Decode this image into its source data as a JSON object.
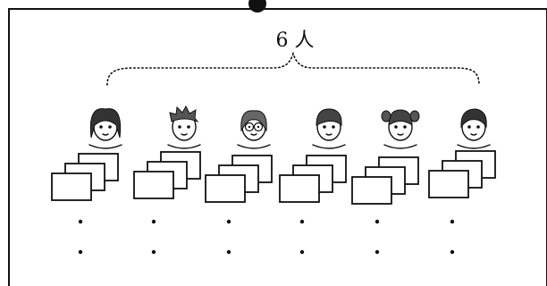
{
  "figure": {
    "total_label": "6 人",
    "people": [
      {
        "name": "girl-with-bangs"
      },
      {
        "name": "boy-spiky-hair"
      },
      {
        "name": "girl-with-glasses"
      },
      {
        "name": "boy-short-hair"
      },
      {
        "name": "girl-with-pigtails"
      },
      {
        "name": "boy-side-part"
      }
    ],
    "cards_per_person": 3,
    "continuation_rows": 2
  }
}
